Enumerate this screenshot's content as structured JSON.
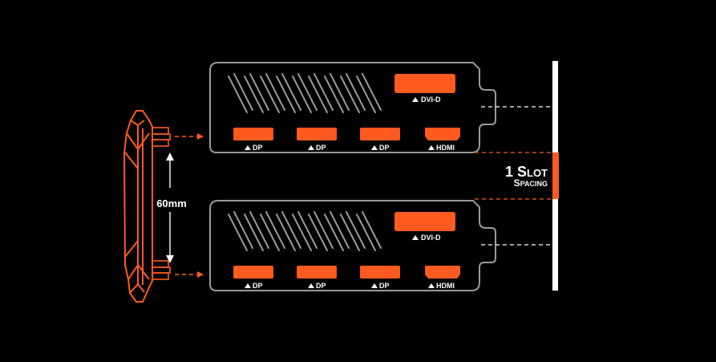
{
  "bridge": {
    "dimension_label": "60mm"
  },
  "cards": [
    {
      "dvi_label": "DVI-D",
      "ports": [
        {
          "label": "DP"
        },
        {
          "label": "DP"
        },
        {
          "label": "DP"
        },
        {
          "label": "HDMI"
        }
      ]
    },
    {
      "dvi_label": "DVI-D",
      "ports": [
        {
          "label": "DP"
        },
        {
          "label": "DP"
        },
        {
          "label": "DP"
        },
        {
          "label": "HDMI"
        }
      ]
    }
  ],
  "spacing": {
    "line1_num": "1",
    "line1_big": "S",
    "line1_small": "LOT",
    "line2_big": "S",
    "line2_small": "PACING"
  },
  "colors": {
    "background": "#000000",
    "accent": "#ff5a1f",
    "outline": "#9a9a9a",
    "white": "#ffffff"
  }
}
